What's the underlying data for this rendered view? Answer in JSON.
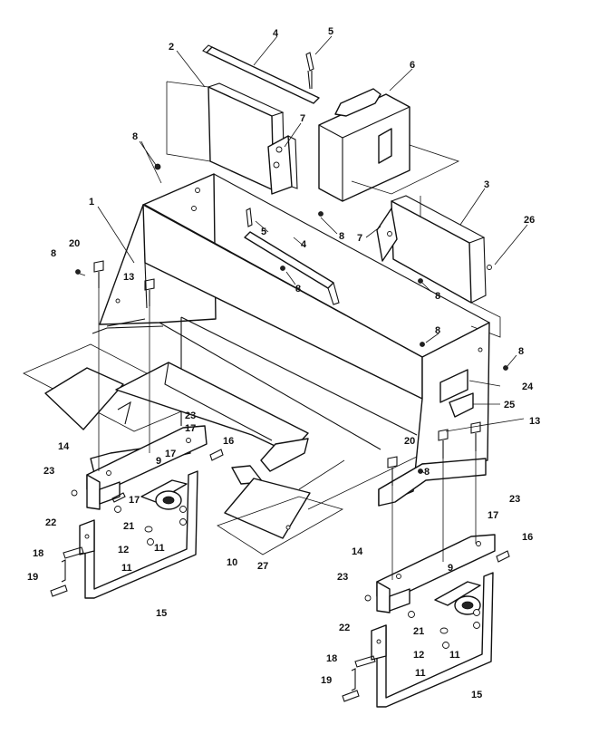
{
  "callouts": {
    "c1": "1",
    "c2": "2",
    "c3": "3",
    "c4": "4",
    "c4b": "4",
    "c5": "5",
    "c5b": "5",
    "c6": "6",
    "c7": "7",
    "c7b": "7",
    "c8a": "8",
    "c8b": "8",
    "c8c": "8",
    "c8d": "8",
    "c8e": "8",
    "c8f": "8",
    "c8g": "8",
    "c8h": "8",
    "c9": "9",
    "c9b": "9",
    "c10": "10",
    "c11a": "11",
    "c11b": "11",
    "c11c": "11",
    "c11d": "11",
    "c12": "12",
    "c12b": "12",
    "c13": "13",
    "c13b": "13",
    "c14": "14",
    "c14b": "14",
    "c15": "15",
    "c15b": "15",
    "c16": "16",
    "c16b": "16",
    "c17a": "17",
    "c17b": "17",
    "c17c": "17",
    "c17d": "17",
    "c18": "18",
    "c18b": "18",
    "c19": "19",
    "c19b": "19",
    "c20": "20",
    "c20b": "20",
    "c21": "21",
    "c21b": "21",
    "c22": "22",
    "c22b": "22",
    "c23a": "23",
    "c23b": "23",
    "c23c": "23",
    "c23d": "23",
    "c24": "24",
    "c25": "25",
    "c26": "26",
    "c27": "27"
  }
}
